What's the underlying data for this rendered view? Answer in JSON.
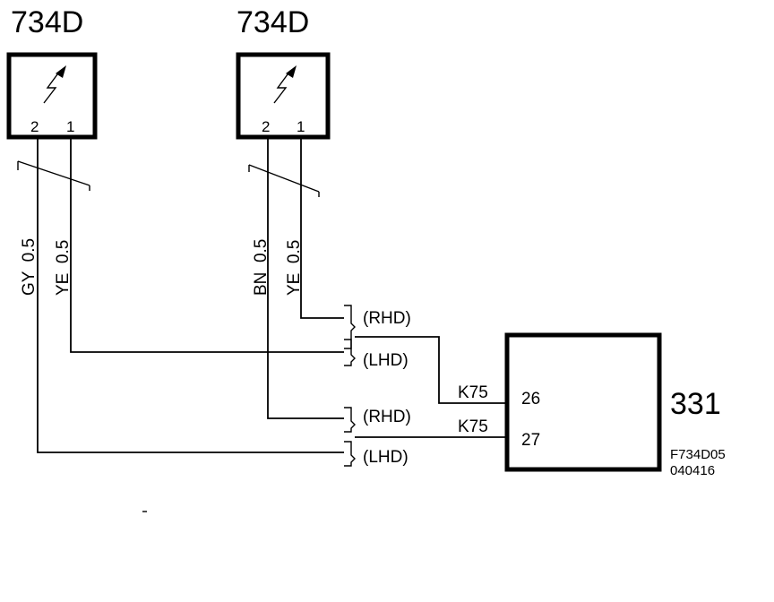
{
  "components": {
    "sensor_left": {
      "id": "734D",
      "pin_a": "2",
      "pin_b": "1"
    },
    "sensor_right": {
      "id": "734D",
      "pin_a": "2",
      "pin_b": "1"
    },
    "module": {
      "id": "331",
      "pin_top": "26",
      "pin_bottom": "27"
    }
  },
  "wires": {
    "left_pin2": "GY  0.5",
    "left_pin1": "YE  0.5",
    "right_pin2": "BN  0.5",
    "right_pin1": "YE  0.5"
  },
  "connector": {
    "name": "K75"
  },
  "variants": {
    "rhd": "(RHD)",
    "lhd": "(LHD)"
  },
  "drawing_code": {
    "line1": "F734D05",
    "line2": "040416"
  }
}
